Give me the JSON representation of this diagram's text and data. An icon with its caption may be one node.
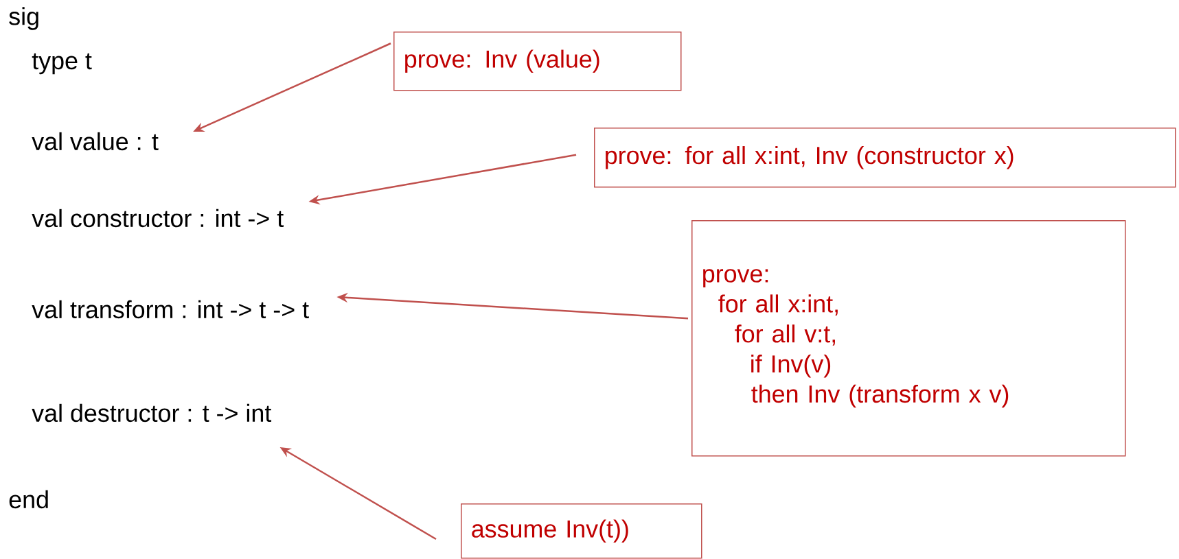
{
  "diagram": {
    "nodes": [
      {
        "text": [
          "prove: Inv (value)"
        ]
      },
      {
        "text": [
          "prove: for all x:int, Inv (constructor x)"
        ]
      },
      {
        "text": [
          "prove:",
          "for all x:int,",
          "for all v:t,",
          "if Inv(v)",
          "then Inv (transform x v)"
        ]
      },
      {
        "text": [
          "assume Inv(t))"
        ]
      },
      {
        "text": [
          "val value : t"
        ]
      },
      {
        "text": [
          "val constructor : int -> t"
        ]
      },
      {
        "text": [
          "val transform : int -> t -> t"
        ]
      },
      {
        "text": [
          "val destructor : t -> int"
        ]
      }
    ],
    "edges": [
      {
        "from": 0,
        "to": 4,
        "arrow": "to"
      },
      {
        "from": 1,
        "to": 5,
        "arrow": "to"
      },
      {
        "from": 2,
        "to": 6,
        "arrow": "to"
      },
      {
        "from": 3,
        "to": 7,
        "arrow": "to"
      }
    ],
    "labels": [
      "sig",
      "type t",
      "end"
    ]
  }
}
